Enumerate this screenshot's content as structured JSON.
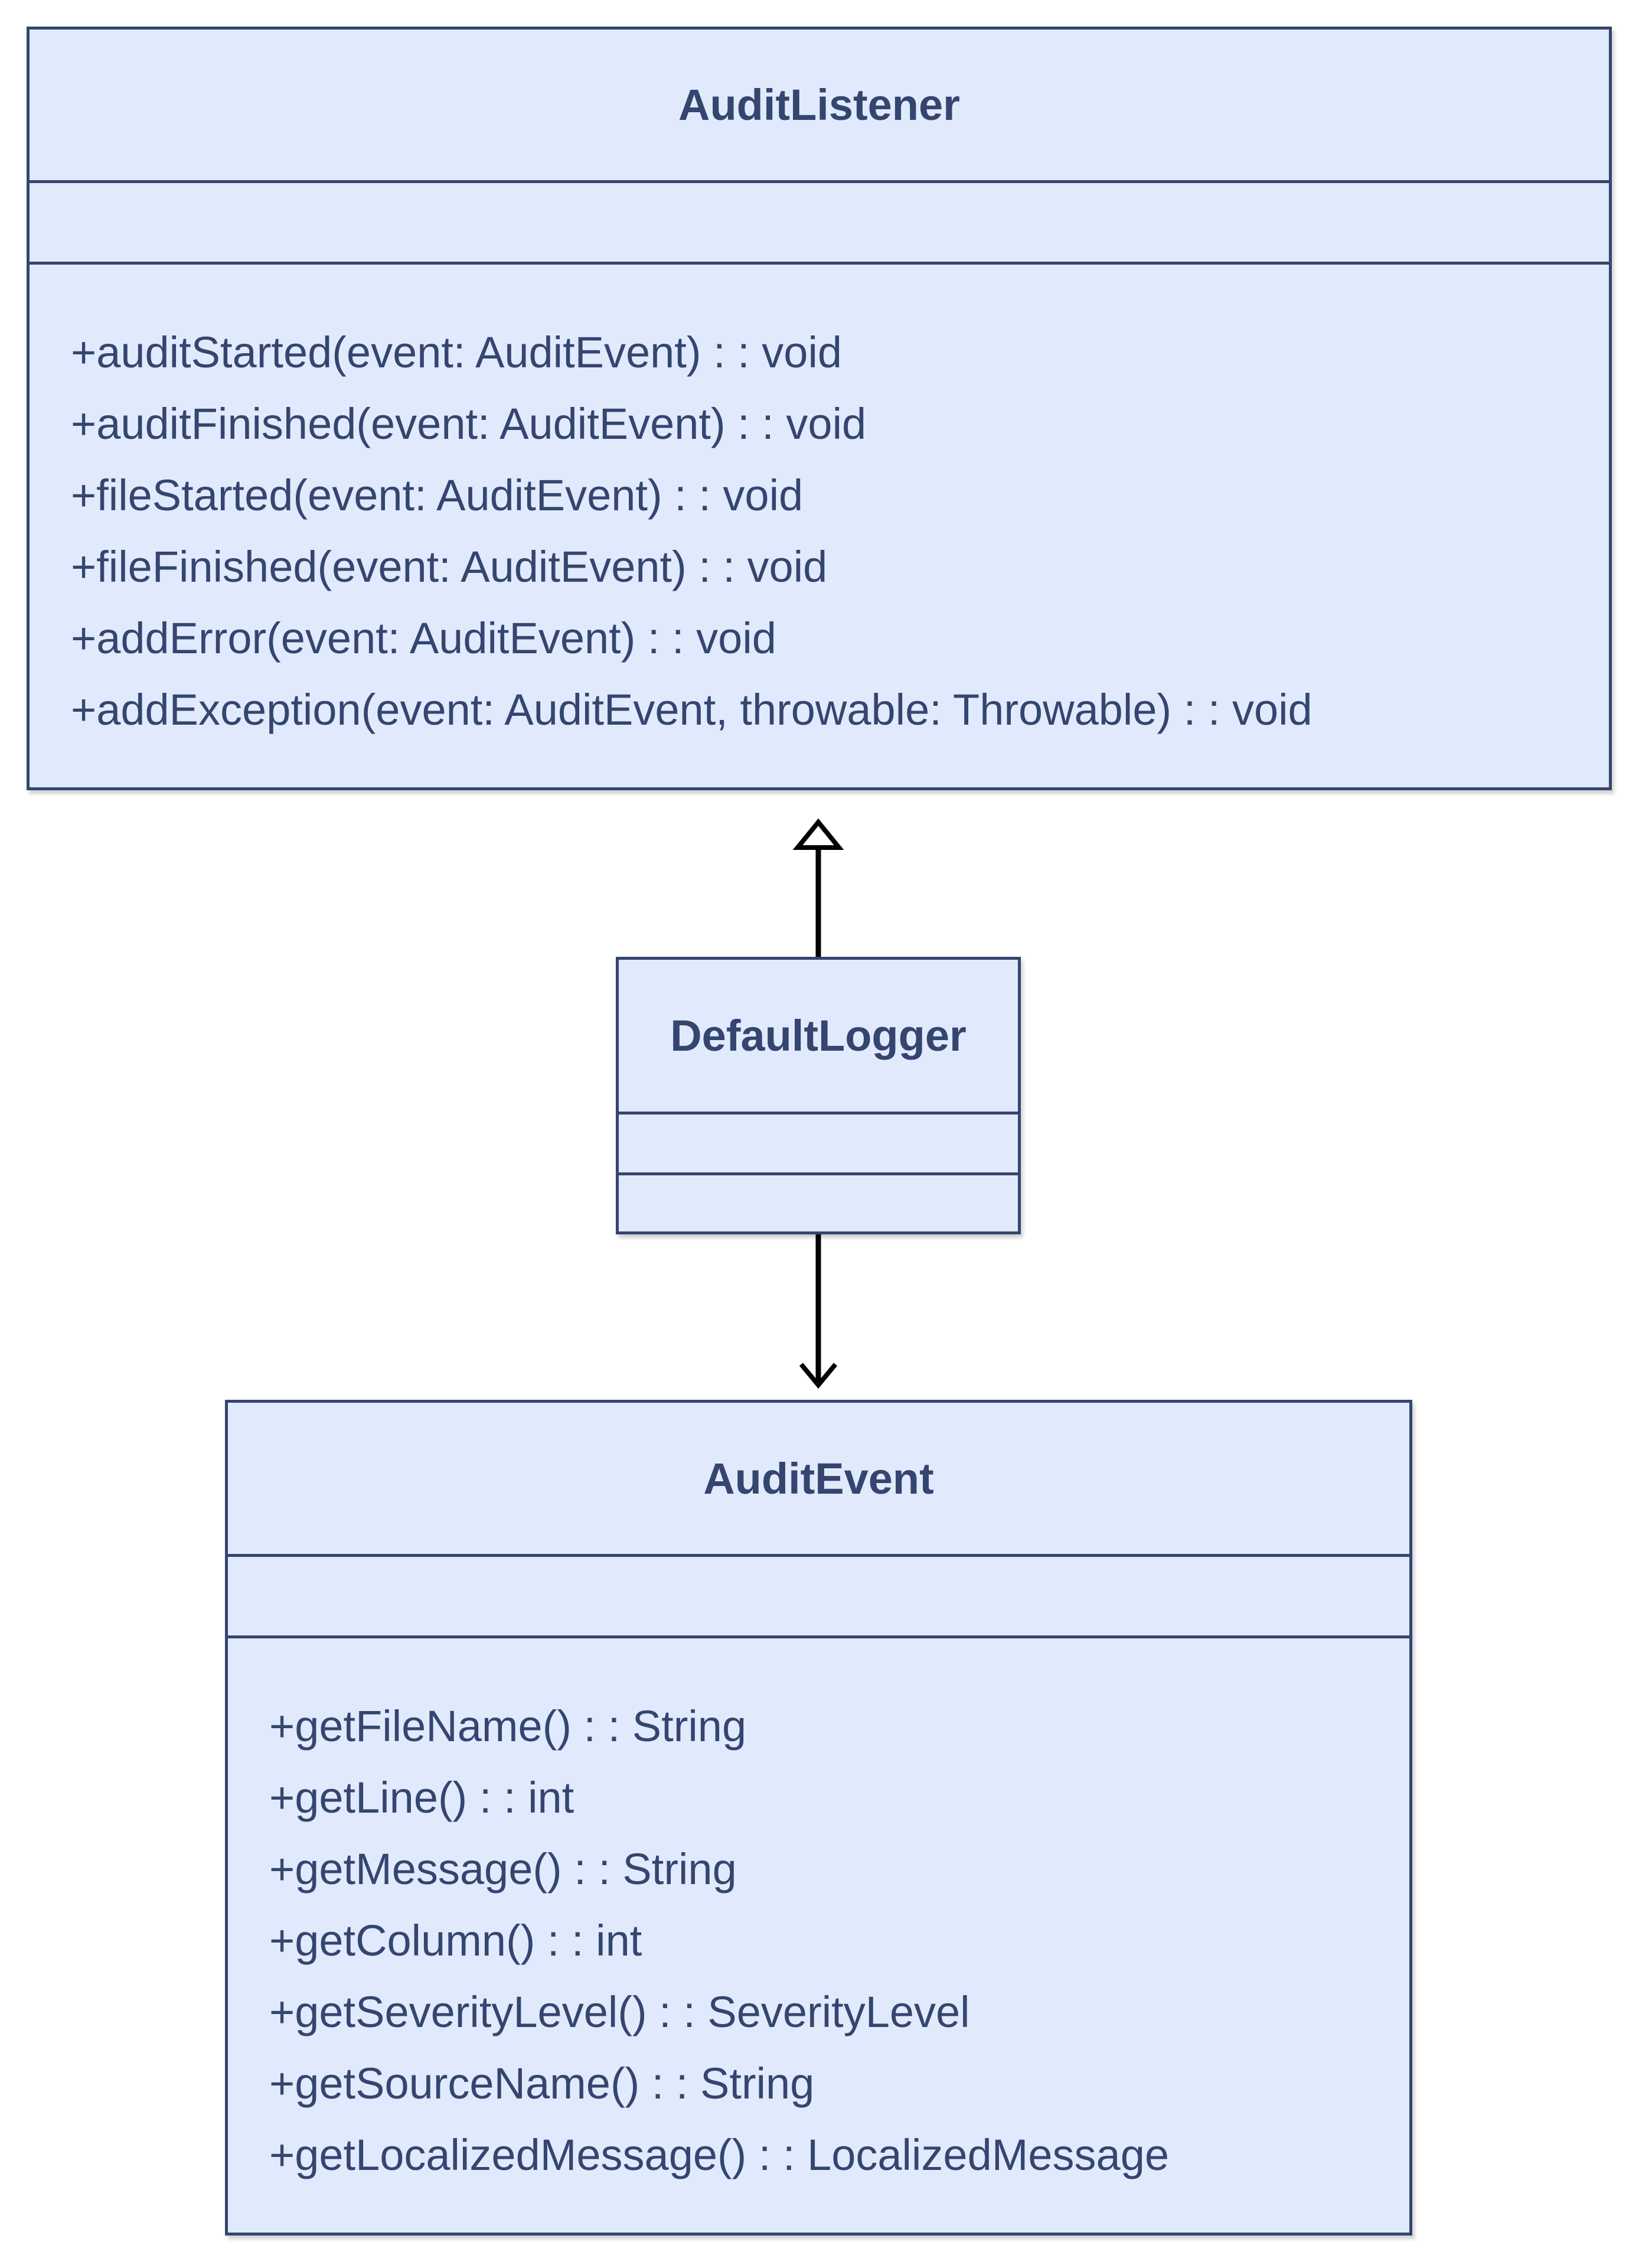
{
  "classes": {
    "audit_listener": {
      "name": "AuditListener",
      "methods": [
        "+auditStarted(event: AuditEvent) : : void",
        "+auditFinished(event: AuditEvent) : : void",
        "+fileStarted(event: AuditEvent) : : void",
        "+fileFinished(event: AuditEvent) : : void",
        "+addError(event: AuditEvent) : : void",
        "+addException(event: AuditEvent, throwable: Throwable) : : void"
      ]
    },
    "default_logger": {
      "name": "DefaultLogger",
      "methods": []
    },
    "audit_event": {
      "name": "AuditEvent",
      "methods": [
        "+getFileName() : : String",
        "+getLine() : : int",
        "+getMessage() : : String",
        "+getColumn() : : int",
        "+getSeverityLevel() : : SeverityLevel",
        "+getSourceName() : : String",
        "+getLocalizedMessage() : : LocalizedMessage"
      ]
    }
  },
  "relationships": [
    {
      "from": "DefaultLogger",
      "to": "AuditListener",
      "type": "realization"
    },
    {
      "from": "DefaultLogger",
      "to": "AuditEvent",
      "type": "association"
    }
  ],
  "colors": {
    "box_fill": "#e0eafc",
    "box_border": "#34466f",
    "text": "#34466f",
    "connector": "#000000"
  }
}
